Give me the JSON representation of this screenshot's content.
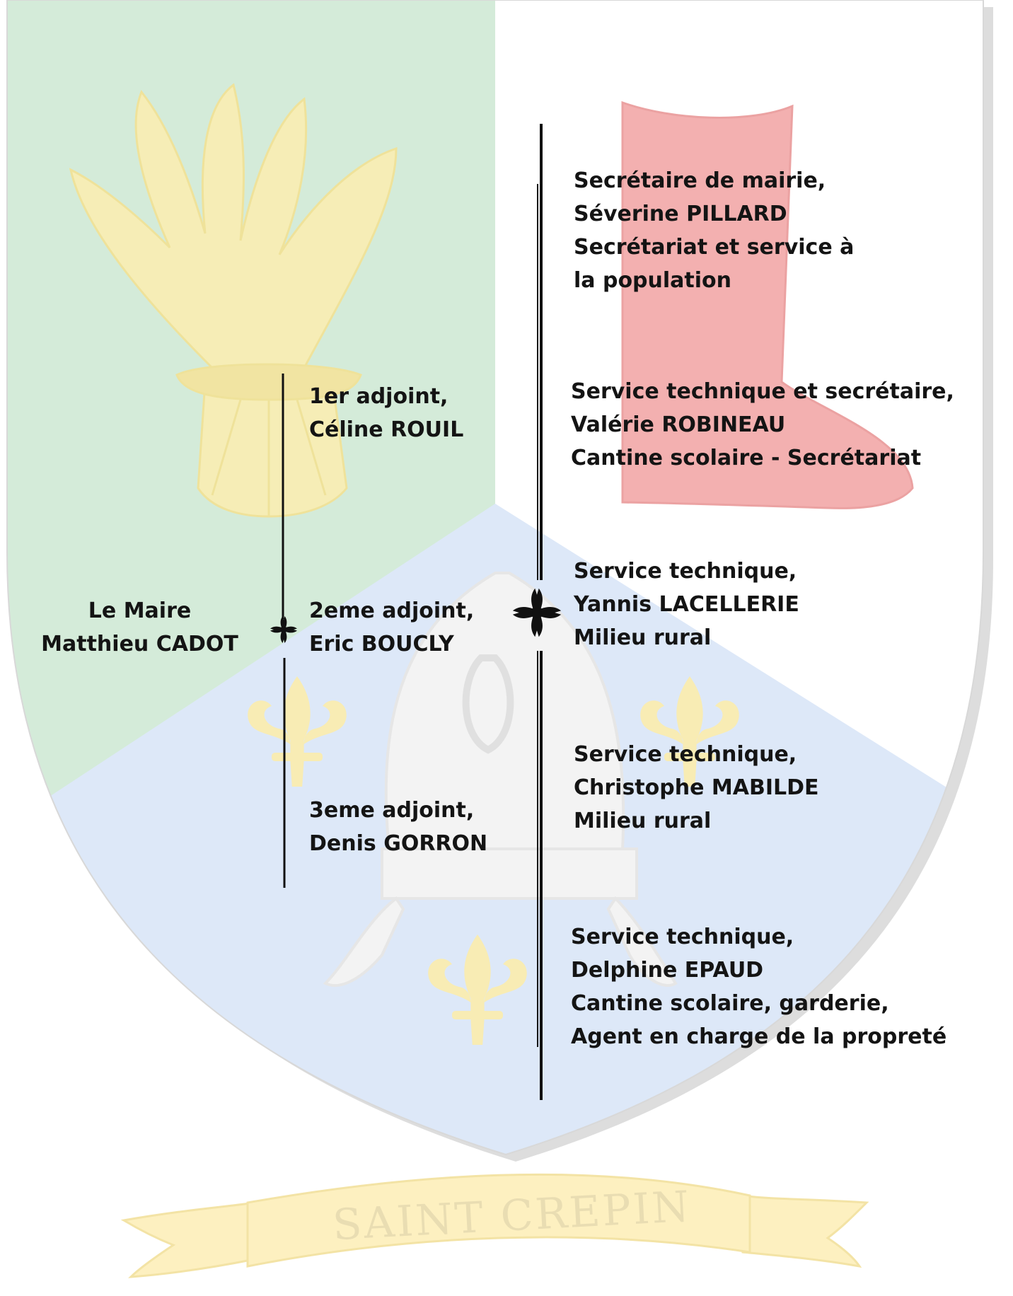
{
  "colors": {
    "field_green": "#d4ebd9",
    "field_white": "#ffffff",
    "field_blue": "#dde8f8",
    "shield_shadow": "#cfcfcf",
    "wheat": "#f6edb6",
    "boot": "#f3b0b0",
    "fleur": "#f8ecb4",
    "mitre": "#f3f3f3",
    "banner": "#fdf0c0",
    "ink": "#141414"
  },
  "icons": [
    "wheat-sheaf-icon",
    "boot-icon",
    "mitre-icon",
    "fleur-de-lis-icon",
    "cross-pattee-icon"
  ],
  "mayor": {
    "line1": "Le Maire",
    "line2": "Matthieu CADOT"
  },
  "deputies": [
    {
      "role": "1er adjoint,",
      "name": "Céline ROUIL"
    },
    {
      "role": "2eme adjoint,",
      "name": "Eric BOUCLY"
    },
    {
      "role": "3eme adjoint,",
      "name": "Denis GORRON"
    }
  ],
  "staff": [
    {
      "role": "Secrétaire de mairie,",
      "name": "Séverine PILLARD",
      "duty": "Secrétariat et service à",
      "duty2": "la population"
    },
    {
      "role": "Service technique et secrétaire,",
      "name": "Valérie ROBINEAU",
      "duty": "Cantine scolaire - Secrétariat"
    },
    {
      "role": "Service technique,",
      "name": "Yannis LACELLERIE",
      "duty": "Milieu rural"
    },
    {
      "role": "Service technique,",
      "name": "Christophe MABILDE",
      "duty": "Milieu rural"
    },
    {
      "role": "Service technique,",
      "name": "Delphine EPAUD",
      "duty": "Cantine scolaire, garderie,",
      "duty2": "Agent en charge de la propreté"
    }
  ],
  "banner": {
    "text": "SAINT CREPIN"
  }
}
